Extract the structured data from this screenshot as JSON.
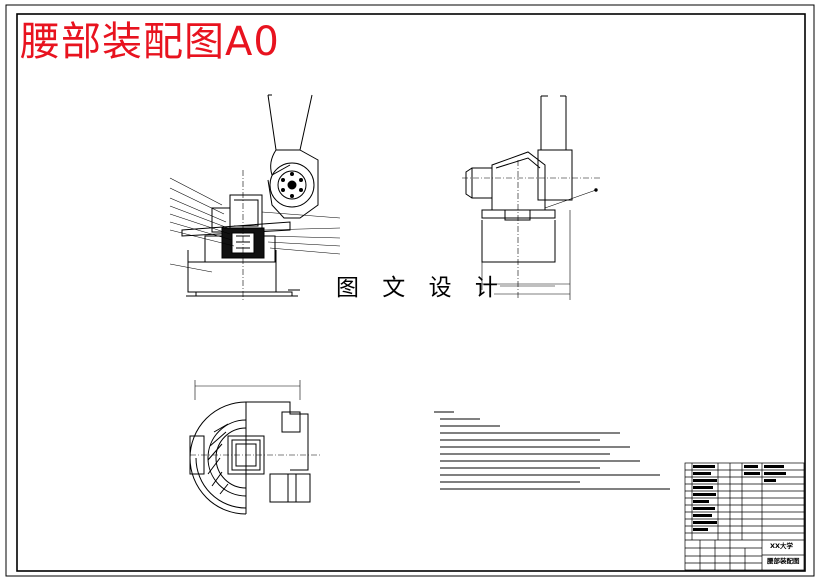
{
  "drawing": {
    "title": "腰部装配图A0",
    "watermark": "图 文 设 计",
    "colors": {
      "title_red": "#e8131f",
      "line": "#000000",
      "paper": "#ffffff"
    }
  },
  "title_block": {
    "school": "XX大学",
    "drawing_name": "腰部装配图"
  }
}
